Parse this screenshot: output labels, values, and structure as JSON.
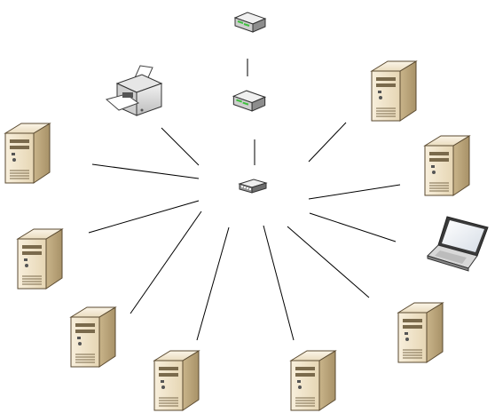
{
  "diagram": {
    "type": "star-network",
    "hub": {
      "kind": "network-switch",
      "icon": "network-switch-icon"
    },
    "uplink_chain": [
      {
        "kind": "modem",
        "icon": "modem-icon"
      },
      {
        "kind": "router",
        "icon": "router-icon"
      }
    ],
    "nodes": [
      {
        "kind": "printer",
        "icon": "printer-icon"
      },
      {
        "kind": "server",
        "icon": "server-tower-icon"
      },
      {
        "kind": "server",
        "icon": "server-tower-icon"
      },
      {
        "kind": "laptop",
        "icon": "laptop-icon"
      },
      {
        "kind": "server",
        "icon": "server-tower-icon"
      },
      {
        "kind": "server",
        "icon": "server-tower-icon"
      },
      {
        "kind": "server",
        "icon": "server-tower-icon"
      },
      {
        "kind": "server",
        "icon": "server-tower-icon"
      },
      {
        "kind": "server",
        "icon": "server-tower-icon"
      },
      {
        "kind": "server",
        "icon": "server-tower-icon"
      }
    ],
    "colors": {
      "server_body": "#efe3c9",
      "server_side": "#c2ad83",
      "device_body": "#e3e3e3",
      "device_dark": "#7d7d7d",
      "status_led": "#3fbf3f",
      "link": "#000000"
    }
  }
}
